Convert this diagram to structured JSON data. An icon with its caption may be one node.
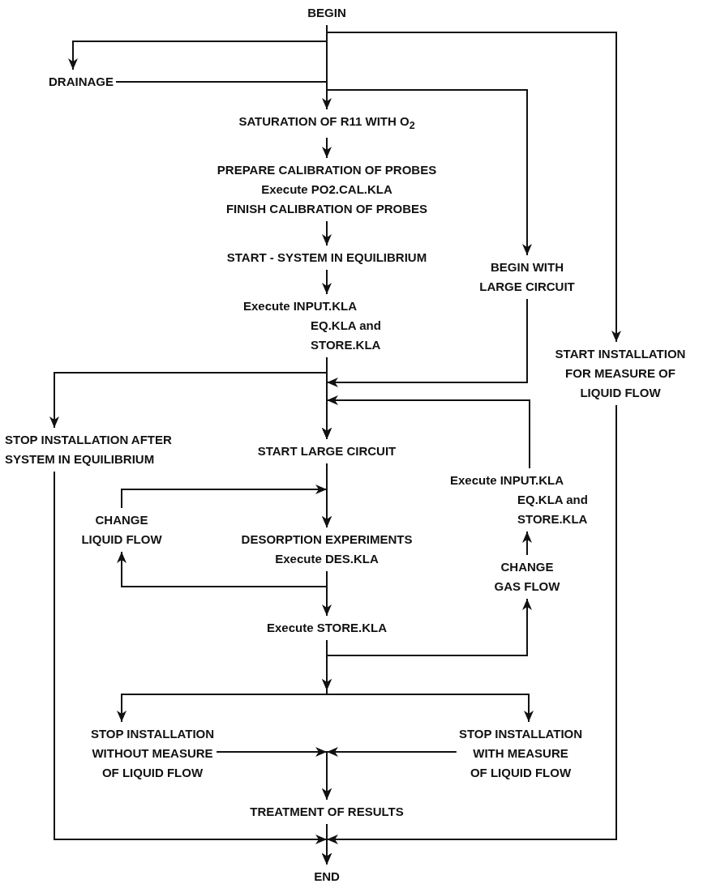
{
  "diagram": {
    "nodes": [
      {
        "text": [
          "BEGIN"
        ]
      },
      {
        "text": [
          "DRAINAGE"
        ]
      },
      {
        "text": [
          "SATURATION OF R11 WITH O$_{2}$"
        ]
      },
      {
        "text": [
          "PREPARE CALIBRATION OF PROBES",
          "Execute PO2.CAL.KLA",
          "FINISH CALIBRATION OF PROBES"
        ]
      },
      {
        "text": [
          "START - SYSTEM IN EQUILIBRIUM"
        ]
      },
      {
        "text": [
          "BEGIN WITH LARGE CIRCUIT"
        ]
      },
      {
        "text": [
          "START INSTALLATION FOR MEASURE OF LIQUID FLOW"
        ]
      },
      {
        "text": [
          "Execute INPUT.KLA EQ.KLA and STORE.KLA"
        ]
      },
      {
        "text": [
          "STOP INSTALLATION AFTER SYSTEM IN EQUILIBRIUM"
        ]
      },
      {
        "text": [
          "START LARGE CIRCUIT"
        ]
      },
      {
        "text": [
          "Execute INPUT.KLA EQ.KLA and STORE.KLA"
        ]
      },
      {
        "text": [
          "CHANGE LIQUID FLOW"
        ]
      },
      {
        "text": [
          "DESORPTION EXPERIMENTS",
          "Execute DES.KLA"
        ]
      },
      {
        "text": [
          "CHANGE GAS FLOW"
        ]
      },
      {
        "text": [
          "Execute STORE.KLA"
        ]
      },
      {
        "text": [
          "STOP INSTALLATION WITHOUT MEASURE OF LIQUID FLOW"
        ]
      },
      {
        "text": [
          "STOP INSTALLATION WITH MEASURE OF LIQUID FLOW"
        ]
      },
      {
        "text": [
          "TREATMENT OF RESULTS"
        ]
      },
      {
        "text": [
          "END"
        ]
      }
    ],
    "edges": [
      {
        "from": 0,
        "to": 1,
        "arrow": "to"
      },
      {
        "from": 1,
        "to": 2,
        "arrow": "to"
      },
      {
        "from": 0,
        "to": 2,
        "arrow": "none"
      },
      {
        "from": 0,
        "to": 5,
        "arrow": "to"
      },
      {
        "from": 0,
        "to": 6,
        "arrow": "to"
      },
      {
        "from": 2,
        "to": 3,
        "arrow": "to"
      },
      {
        "from": 3,
        "to": 4,
        "arrow": "to"
      },
      {
        "from": 4,
        "to": 7,
        "arrow": "to"
      },
      {
        "from": 7,
        "to": 8,
        "arrow": "to"
      },
      {
        "from": 7,
        "to": 9,
        "arrow": "to"
      },
      {
        "from": 5,
        "to": 9,
        "arrow": "to"
      },
      {
        "from": 10,
        "to": 9,
        "arrow": "to"
      },
      {
        "from": 9,
        "to": 12,
        "arrow": "to"
      },
      {
        "from": 12,
        "to": 11,
        "arrow": "to"
      },
      {
        "from": 11,
        "to": 12,
        "arrow": "to"
      },
      {
        "from": 12,
        "to": 14,
        "arrow": "to"
      },
      {
        "from": 14,
        "to": 13,
        "arrow": "to"
      },
      {
        "from": 13,
        "to": 10,
        "arrow": "to"
      },
      {
        "from": 14,
        "to": 15,
        "arrow": "to"
      },
      {
        "from": 14,
        "to": 16,
        "arrow": "to"
      },
      {
        "from": 15,
        "to": 17,
        "arrow": "to"
      },
      {
        "from": 16,
        "to": 17,
        "arrow": "to"
      },
      {
        "from": 17,
        "to": 18,
        "arrow": "to"
      },
      {
        "from": 8,
        "to": 18,
        "arrow": "to"
      },
      {
        "from": 6,
        "to": 18,
        "arrow": "to"
      }
    ]
  }
}
